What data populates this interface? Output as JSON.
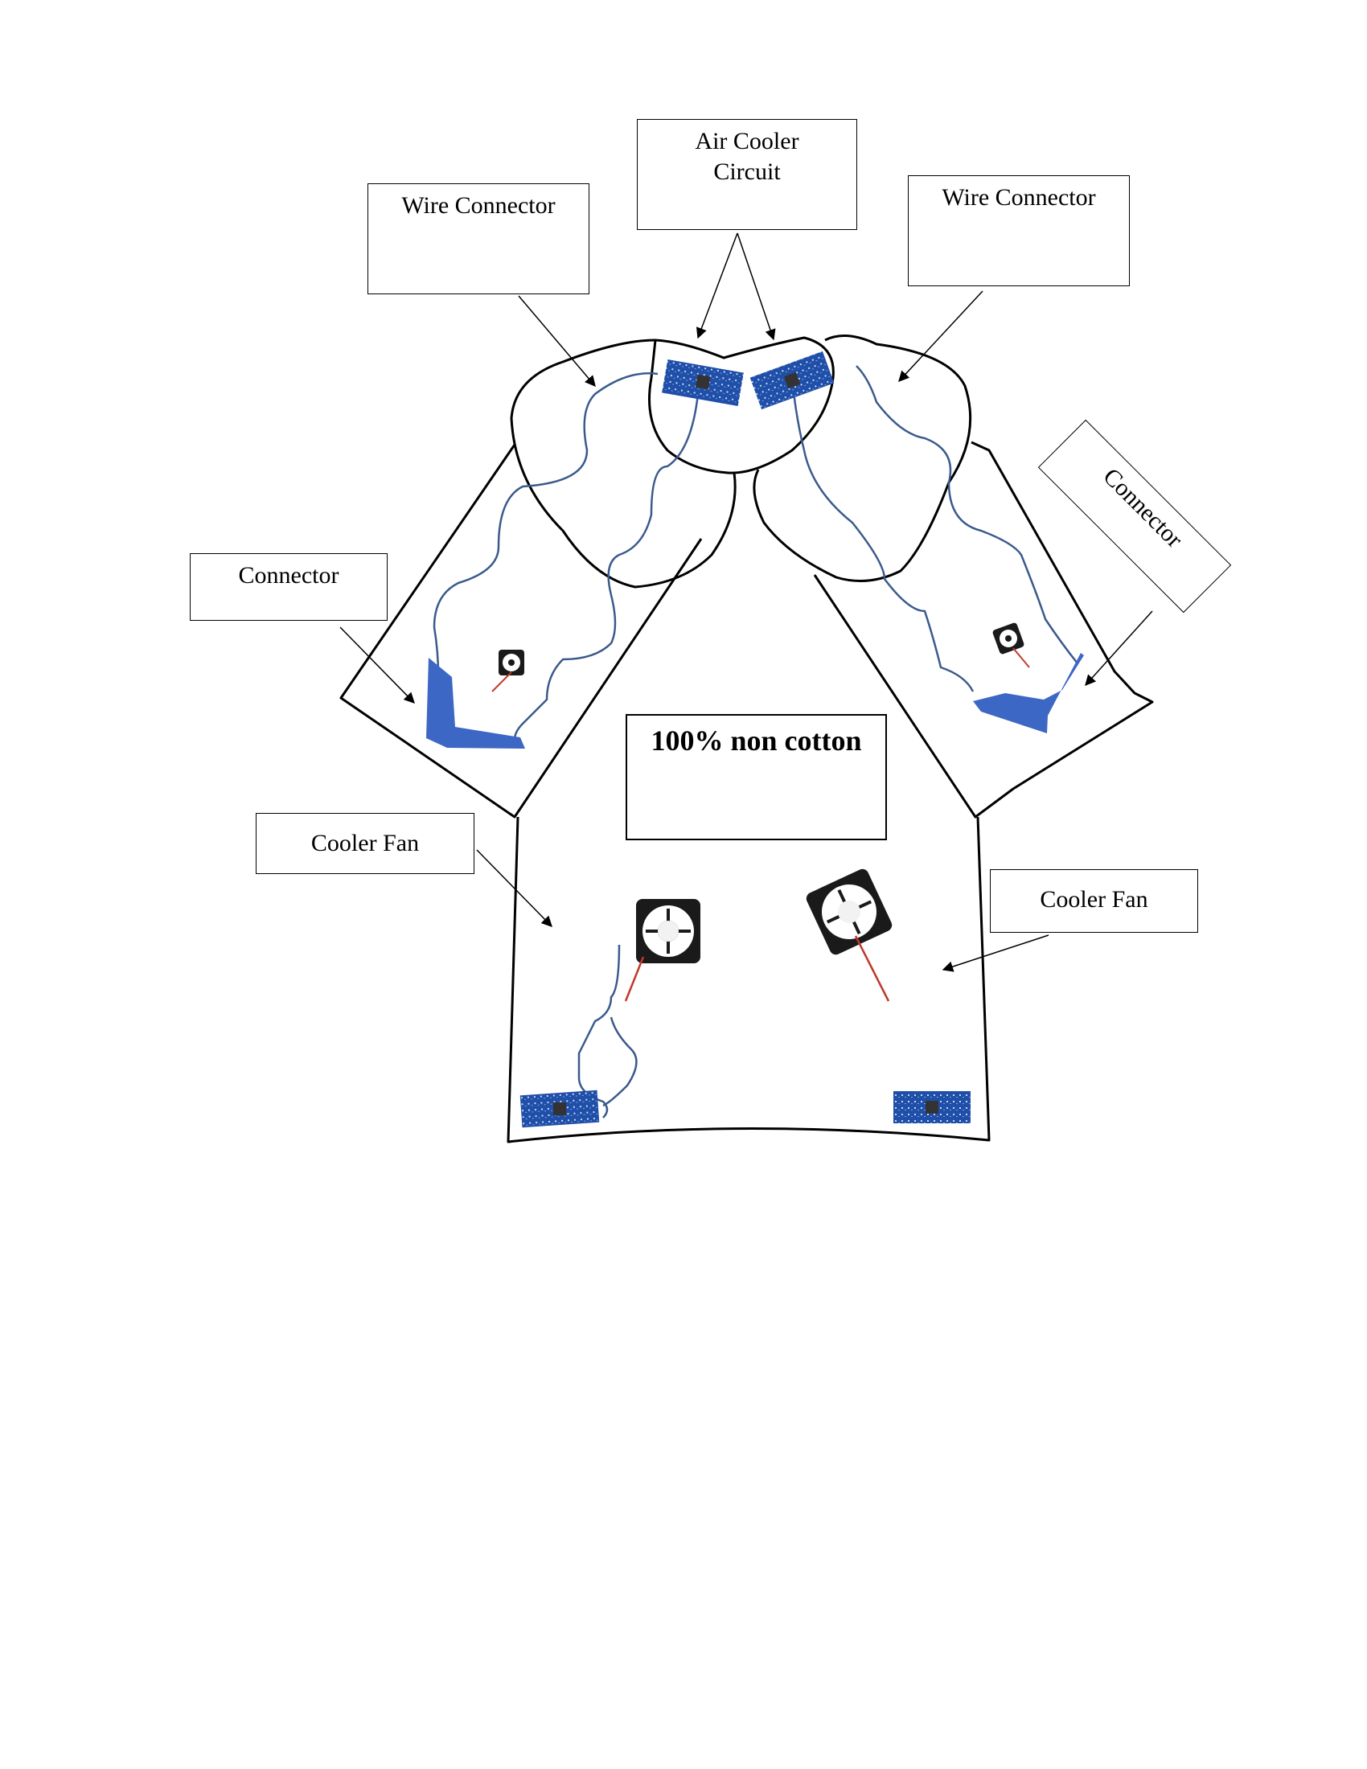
{
  "labels": {
    "air_cooler_circuit": "Air Cooler\nCircuit",
    "wire_connector_left": "Wire Connector",
    "wire_connector_right": "Wire Connector",
    "connector_left": "Connector",
    "connector_right": "Connector",
    "cooler_fan_left": "Cooler Fan",
    "cooler_fan_right": "Cooler Fan",
    "fabric_note": "100% non cotton"
  },
  "colors": {
    "outline": "#000000",
    "wire": "#3a5a8c",
    "connector_shape": "#3d67c4",
    "circuit_board": "#1f4fa8",
    "fan_body": "#1a1a1a",
    "fan_wire_red": "#c0392b"
  },
  "icons": [
    "circuit-board-icon",
    "cooler-fan-icon",
    "connector-chevron-icon"
  ]
}
